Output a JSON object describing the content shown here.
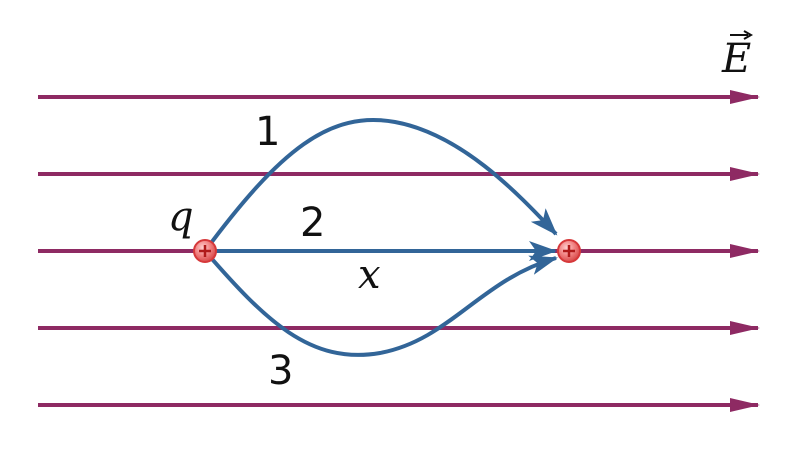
{
  "colors": {
    "field_line": "#8e2a63",
    "path": "#326598",
    "charge_fill": "#f08080",
    "charge_edge": "#d6383a",
    "text": "#111111"
  },
  "labels": {
    "field": "E",
    "charge": "q",
    "displacement": "x",
    "path_1": "1",
    "path_2": "2",
    "path_3": "3"
  },
  "field_lines": {
    "count": 5,
    "direction": "right"
  },
  "charges": [
    {
      "name": "start-charge",
      "sign": "+"
    },
    {
      "name": "end-charge",
      "sign": "+"
    }
  ]
}
